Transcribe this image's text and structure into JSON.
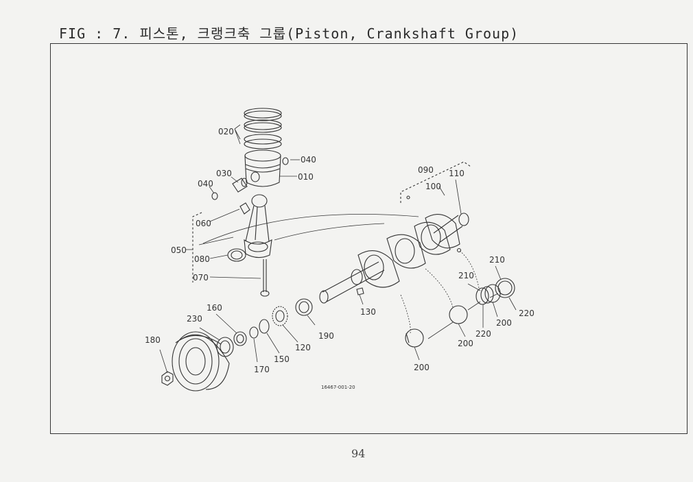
{
  "title": "FIG : 7. 피스톤, 크랭크축 그룹(Piston, Crankshaft Group)",
  "diagram_code": "16467-001-20",
  "page_number": "94",
  "labels": {
    "p010": "010",
    "p020": "020",
    "p030": "030",
    "p040a": "040",
    "p040b": "040",
    "p050": "050",
    "p060": "060",
    "p070": "070",
    "p080": "080",
    "p090": "090",
    "p100": "100",
    "p110": "110",
    "p120": "120",
    "p130": "130",
    "p150": "150",
    "p160": "160",
    "p170": "170",
    "p180": "180",
    "p190": "190",
    "p200a": "200",
    "p200b": "200",
    "p200c": "200",
    "p210a": "210",
    "p210b": "210",
    "p220a": "220",
    "p220b": "220",
    "p230": "230"
  }
}
